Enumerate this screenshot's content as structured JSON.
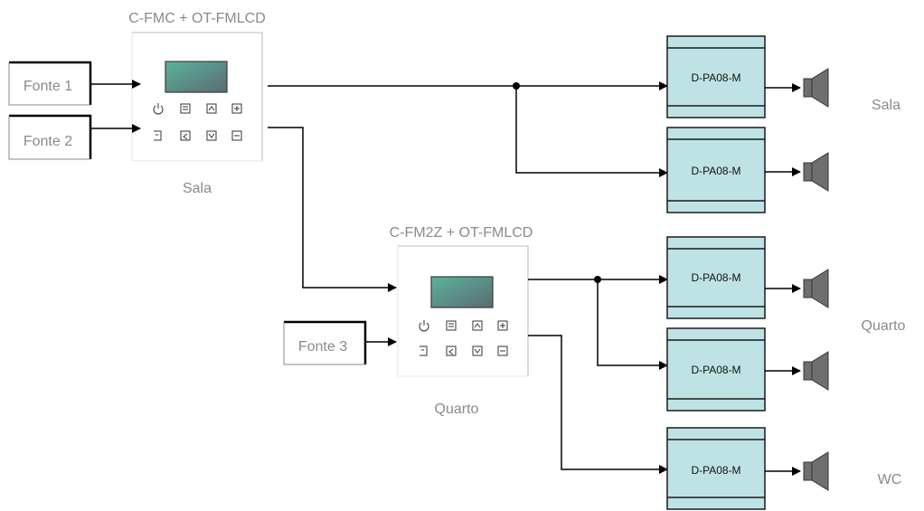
{
  "controllers": {
    "sala": {
      "model": "C-FMC + OT-FMLCD",
      "room": "Sala"
    },
    "quarto": {
      "model": "C-FM2Z + OT-FMLCD",
      "room": "Quarto"
    }
  },
  "sources": {
    "s1": "Fonte 1",
    "s2": "Fonte 2",
    "s3": "Fonte 3"
  },
  "amplifier_model": "D-PA08-M",
  "zones": {
    "sala": "Sala",
    "quarto": "Quarto",
    "wc": "WC"
  },
  "colors": {
    "amplifier": "#bfe3e4",
    "lcd_top": "#58b49c",
    "lcd_bottom": "#5d6a72",
    "speaker": "#6f6f6f"
  },
  "icons": [
    "power-icon",
    "menu-icon",
    "up-icon",
    "plus-icon",
    "source-icon",
    "back-icon",
    "down-icon",
    "minus-icon"
  ]
}
